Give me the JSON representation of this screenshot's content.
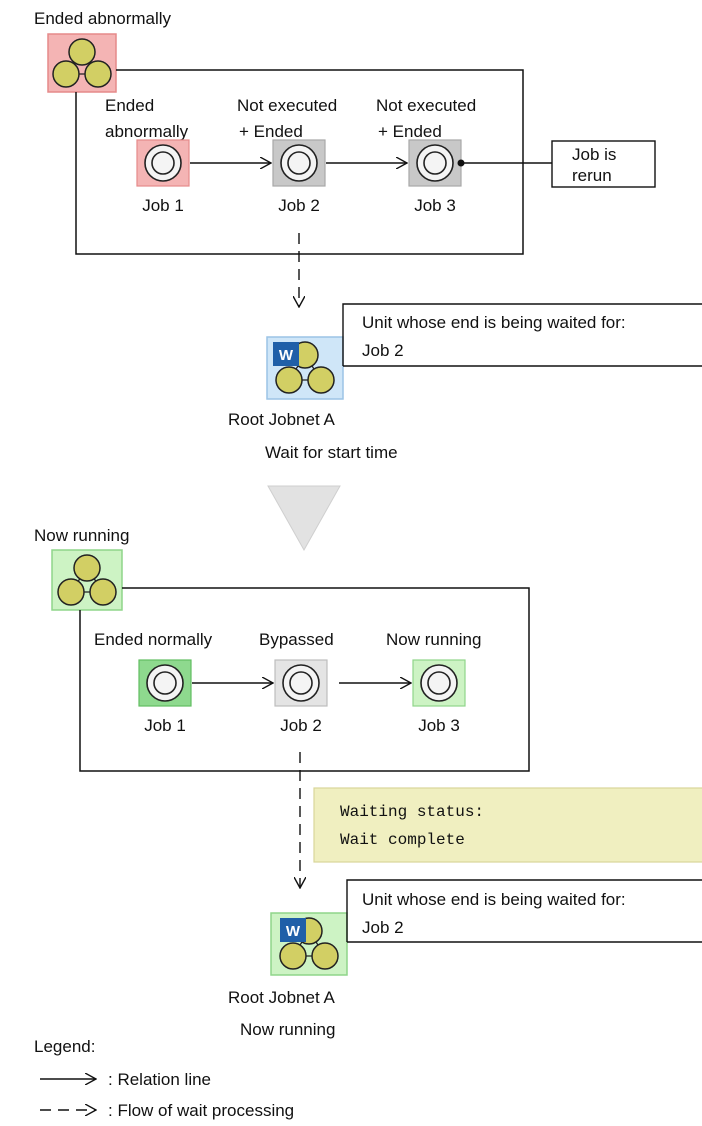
{
  "top": {
    "jobnet_status": "Ended abnormally",
    "jobs": [
      {
        "status_line1": "Ended",
        "status_line2": "abnormally",
        "name": "Job 1"
      },
      {
        "status_line1": "Not executed",
        "status_line2": "+ Ended",
        "name": "Job 2"
      },
      {
        "status_line1": "Not executed",
        "status_line2": "+ Ended",
        "name": "Job 3"
      }
    ],
    "rerun_note_line1": "Job is",
    "rerun_note_line2": "rerun"
  },
  "root_a_top": {
    "badge": "W",
    "wait_note_line1": "Unit whose end is being waited for:",
    "wait_note_line2": "Job 2",
    "name": "Root Jobnet A",
    "status": "Wait for start time"
  },
  "bottom": {
    "jobnet_status": "Now running",
    "jobs": [
      {
        "status": "Ended normally",
        "name": "Job 1"
      },
      {
        "status": "Bypassed",
        "name": "Job 2"
      },
      {
        "status": "Now running",
        "name": "Job 3"
      }
    ],
    "waiting_status_line1": "Waiting status:",
    "waiting_status_line2": "Wait complete"
  },
  "root_a_bottom": {
    "badge": "W",
    "wait_note_line1": "Unit whose end is being waited for:",
    "wait_note_line2": "Job 2",
    "name": "Root Jobnet A",
    "status": "Now running"
  },
  "legend": {
    "title": "Legend:",
    "relation_line": ": Relation line",
    "wait_flow": ": Flow of wait processing"
  },
  "colors": {
    "abnormal_fill": "#f4b4b4",
    "abnormal_stroke": "#e58a8a",
    "not_executed_fill": "#c8c8c8",
    "bypassed_fill": "#e4e4e4",
    "normal_fill": "#8ed98e",
    "running_fill": "#cdf3c4",
    "waiting_fill": "#cfe6f8",
    "jobnet_circle": "#d2cf64",
    "w_badge": "#1f5fa8",
    "note_fill": "#f0efc0"
  }
}
